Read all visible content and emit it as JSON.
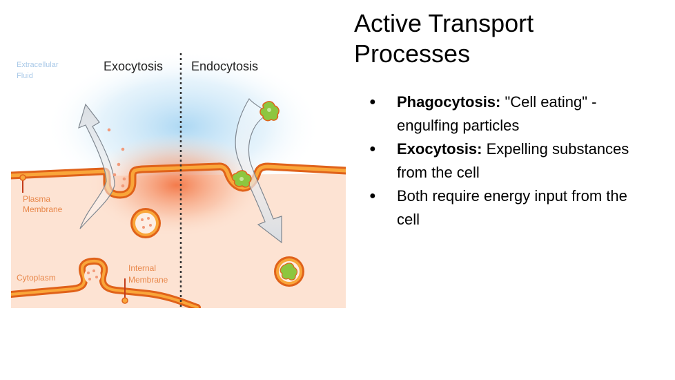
{
  "slide": {
    "title_line1": "Active Transport",
    "title_line2": "Processes",
    "bullets": [
      {
        "term": "Phagocytosis:",
        "text": " \"Cell eating\" - engulfing particles"
      },
      {
        "term": "Exocytosis:",
        "text": " Expelling substances from the cell"
      },
      {
        "term": "",
        "text": "Both require energy input from the cell"
      }
    ],
    "bullet_marker": "●"
  },
  "diagram": {
    "label_exocytosis": "Exocytosis",
    "label_endocytosis": "Endocytosis",
    "label_extracellular_1": "Extracellular",
    "label_extracellular_2": "Fluid",
    "label_plasma_1": "Plasma",
    "label_plasma_2": "Membrane",
    "label_cytoplasm": "Cytoplasm",
    "label_internal_1": "Internal",
    "label_internal_2": "Membrane",
    "colors": {
      "membrane": "#f7941d",
      "membrane_edge": "#e0621a",
      "cytoplasm": "#fde3d3",
      "extracellular_glow": "#bfe0f5",
      "arrow_fill": "#e4e6ea",
      "arrow_edge": "#7f8790",
      "particle_green": "#8dc63f",
      "label_blue": "#a9c9e8",
      "label_orange": "#e8874a",
      "dashed_line": "#333333"
    }
  }
}
